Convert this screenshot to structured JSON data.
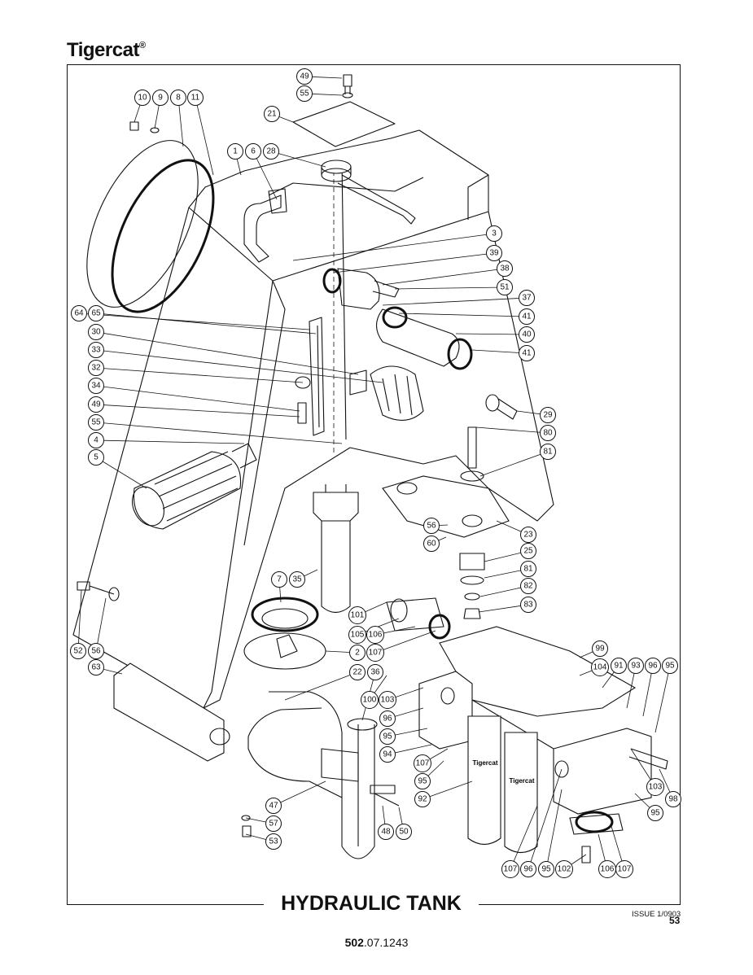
{
  "header": {
    "brand": "Tigercat",
    "trademark": "®"
  },
  "title": "HYDRAULIC TANK",
  "issue": "ISSUE 1/0903",
  "page_number": "53",
  "doc_number": {
    "bold": "502",
    "rest": ".07.1243"
  },
  "callouts": [
    {
      "label": "49"
    },
    {
      "label": "55"
    },
    {
      "label": "10"
    },
    {
      "label": "9"
    },
    {
      "label": "8"
    },
    {
      "label": "11"
    },
    {
      "label": "21"
    },
    {
      "label": "1"
    },
    {
      "label": "6"
    },
    {
      "label": "28"
    },
    {
      "label": "3"
    },
    {
      "label": "39"
    },
    {
      "label": "38"
    },
    {
      "label": "51"
    },
    {
      "label": "37"
    },
    {
      "label": "41"
    },
    {
      "label": "40"
    },
    {
      "label": "41"
    },
    {
      "label": "64"
    },
    {
      "label": "65"
    },
    {
      "label": "30"
    },
    {
      "label": "33"
    },
    {
      "label": "32"
    },
    {
      "label": "34"
    },
    {
      "label": "49"
    },
    {
      "label": "55"
    },
    {
      "label": "4"
    },
    {
      "label": "5"
    },
    {
      "label": "29"
    },
    {
      "label": "80"
    },
    {
      "label": "81"
    },
    {
      "label": "56"
    },
    {
      "label": "60"
    },
    {
      "label": "23"
    },
    {
      "label": "25"
    },
    {
      "label": "81"
    },
    {
      "label": "82"
    },
    {
      "label": "83"
    },
    {
      "label": "7"
    },
    {
      "label": "35"
    },
    {
      "label": "101"
    },
    {
      "label": "105"
    },
    {
      "label": "106"
    },
    {
      "label": "107"
    },
    {
      "label": "2"
    },
    {
      "label": "52"
    },
    {
      "label": "56"
    },
    {
      "label": "63"
    },
    {
      "label": "22"
    },
    {
      "label": "36"
    },
    {
      "label": "100"
    },
    {
      "label": "103"
    },
    {
      "label": "96"
    },
    {
      "label": "95"
    },
    {
      "label": "94"
    },
    {
      "label": "107"
    },
    {
      "label": "95"
    },
    {
      "label": "92"
    },
    {
      "label": "99"
    },
    {
      "label": "104"
    },
    {
      "label": "91"
    },
    {
      "label": "93"
    },
    {
      "label": "96"
    },
    {
      "label": "95"
    },
    {
      "label": "103"
    },
    {
      "label": "98"
    },
    {
      "label": "95"
    },
    {
      "label": "47"
    },
    {
      "label": "57"
    },
    {
      "label": "53"
    },
    {
      "label": "48"
    },
    {
      "label": "50"
    },
    {
      "label": "107"
    },
    {
      "label": "96"
    },
    {
      "label": "95"
    },
    {
      "label": "102"
    },
    {
      "label": "106"
    },
    {
      "label": "107"
    }
  ],
  "embossed_text": [
    "Tigercat",
    "Tigercat"
  ]
}
